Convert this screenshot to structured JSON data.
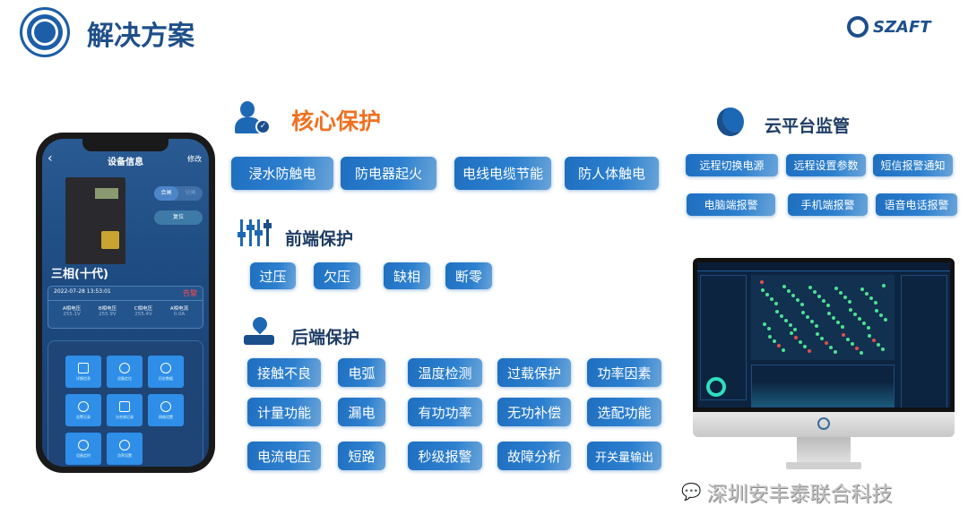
{
  "header": {
    "title": "解决方案",
    "brand": "SZAFT"
  },
  "core": {
    "title": "核心保护",
    "buttons": [
      "浸水防触电",
      "防电器起火",
      "电线电缆节能",
      "防人体触电"
    ]
  },
  "front": {
    "title": "前端保护",
    "buttons": [
      "过压",
      "欠压",
      "缺相",
      "断零"
    ]
  },
  "back": {
    "title": "后端保护",
    "buttons": [
      [
        "接触不良",
        "电弧",
        "温度检测",
        "过载保护",
        "功率因素"
      ],
      [
        "计量功能",
        "漏电",
        "有功功率",
        "无功补偿",
        "选配功能"
      ],
      [
        "电流电压",
        "短路",
        "秒级报警",
        "故障分析",
        "开关量输出"
      ]
    ]
  },
  "cloud": {
    "title": "云平台监管",
    "buttons": [
      [
        "远程切换电源",
        "远程设置参数",
        "短信报警通知"
      ],
      [
        "电脑端报警",
        "手机端报警",
        "语音电话报警"
      ]
    ]
  },
  "phone": {
    "nav_title": "设备信息",
    "edit": "修改",
    "switch_on": "合闸",
    "switch_off": "分闸",
    "reset": "复位",
    "device_name": "三相(十代)",
    "timestamp": "2022-07-28 13:53:01",
    "alarm": "告警",
    "readings": [
      {
        "label": "A相电压",
        "value": "255.1V"
      },
      {
        "label": "B相电压",
        "value": "255.9V"
      },
      {
        "label": "C相电压",
        "value": "255.4V"
      },
      {
        "label": "A相电流",
        "value": "0.0A"
      }
    ],
    "tiles": [
      "详细信息",
      "设备定位",
      "历史数据",
      "告警记录",
      "分合闸记录",
      "网络设置",
      "设备定时",
      "功率设置"
    ]
  },
  "watermark": "深圳安丰泰联合科技",
  "colors": {
    "accent_orange": "#f07020",
    "primary_blue": "#1e5a9c",
    "button_blue": "#2d80cf"
  }
}
